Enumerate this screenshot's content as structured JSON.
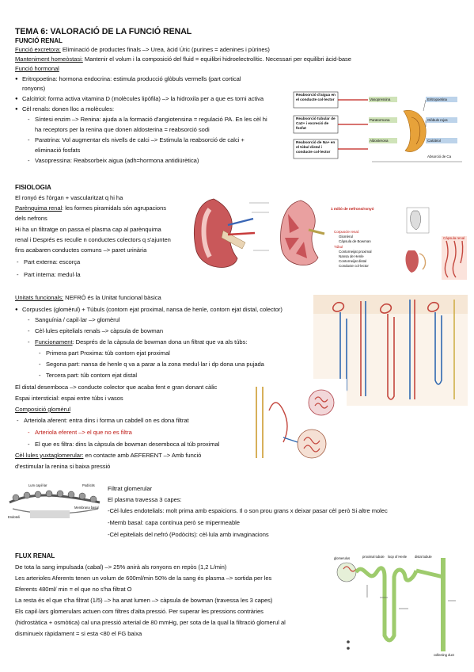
{
  "title": "TEMA 6: VALORACIÓ DE LA FUNCIÓ RENAL",
  "funcio_renal": {
    "heading": "FUNCIÓ RENAL",
    "excretora_label": "Funció excretora:",
    "excretora_text": " Eliminació de productes finals –> Urea, àcid Úric (purines = adenines i pùrines)",
    "homeostasi_label": "Manteniment homeòstasi:",
    "homeostasi_text": " Mantenir el volum i la composició del fluid = equilibri hidroelectrolític. Necessari per equilibri àcid-base",
    "hormonal_label": "Funció hormonal",
    "items": [
      "Eritropoetina: hormona endocrina: estimula producció glòbuls vermells (part cortical",
      "ronyons)",
      "Calcitriol: forma activa vitamina D (molècules lipòfila) –> la hidroxila per a que es torni activa",
      "Cèl renals: donen lloc a molècules:"
    ],
    "sub": [
      "Síntesi enzim –> Renina: ajuda a la formació d'angiotensina = regulació PA. En les cèl hi",
      "ha receptors per la renina que donen aldosterina = reabsorció sodi",
      "Paratrina: Vol augmentar els nivells de calci –> Estimula la reabsorció de calci +",
      "eliminació fosfats",
      "Vasopressina: Reabsorbeix aigua (adh=hormona antidiürètica)"
    ]
  },
  "fisiologia": {
    "heading": "FISIOLOGIA",
    "lines": [
      "El ronyó és l'òrgan + vascularitzat q hi ha",
      "Parènquima renal: les formes piramidals són agrupacions",
      "dels nefrons",
      "Hi ha un filtratge on passa el plasma cap al parènquima",
      "renal i Després es reculle n conductes colectors q s'ajunten",
      "fins acabaren conductes comuns –> paret urinària"
    ],
    "parts": [
      "Part externa: escorça",
      "Part interna: medul·la"
    ]
  },
  "unitats": {
    "heading_label": "Unitats funcionals:",
    "heading_text": " NEFRÓ és la Unitat funcional bàsica",
    "corpuscles": "Corpuscles (glomèrul) + Túbuls (contorn ejat proximal, nansa de henle, contorn ejat distal, colector)",
    "sub1": [
      "Sanguínia / capil·lar –> glomèrul",
      "Cèl·lules epitelials renals –> càpsula de bowman"
    ],
    "funcionament_label": "Funcionament",
    "funcionament_text": ": Després de la càpsula de bowman dona un filtrat que va als túbs:",
    "sub2": [
      "Primera part Proxima: túb contorn ejat proximal",
      "Segona part: nansa de henle q va a parar a la zona medul·lar i dp dona una pujada",
      "Tercera part: túb contorn ejat distal"
    ],
    "lines": [
      "El distal desemboca –> conducte colector que acaba fent e gran donant càlic",
      "Espai intersticial: espai entre túbs i vasos"
    ],
    "composicio_label": "Composició glomèrul",
    "arteriola": "Arteriola aferent: entra dins i forma un cabdell on es dona filtrat",
    "arteriola_ef": "Arteriola eferent –> el que no es filtra",
    "filtra": "El que es filtra: dins la càpsula de bowman desemboca al túb proximal",
    "yuxta_label": "Cèl·lules yuxtaglomerular:",
    "yuxta_text": " en contacte amb AEFERENT –> Amb funció",
    "yuxta_text2": "d'estimular la renina si baixa pressió"
  },
  "filtracio": {
    "heading": "Filtrat glomerular",
    "lines": [
      "El plasma travessa 3 capes:",
      "-Cèl·lules endotelials: molt prima amb espaicions. Il o son prou grans x deixar pasar cèl però Si altre molec",
      "-Memb basal: capa contínua però se mipermeable",
      "-Cèl epitelials del nefró (Podòcits): cèl·lula amb invaginacions"
    ]
  },
  "flux": {
    "heading": "FLUX RENAL",
    "lines": [
      "De tota la sang impulsada (cabal) –> 25% anirà als ronyons en repòs (1,2 L/min)",
      "Les arterioles Aferents tenen un volum de 600ml/min 50% de la sang és plasma –> sortida per les",
      "Eferents 480ml/ min = el que no s'ha filtrat O",
      "La resta és el que s'ha filtrat (1/5) –> ha anat lumen –> càpsula de bowman (travessa les 3 capes)",
      "Els capil·lars glomerulars actuen com filtres d'alta pressió. Per superar les pressions contràries",
      "(hidrostàtica + osmòtica) cal una pressió arterial de 80 mmHg, per sota de la qual la filtració glomerul al",
      "disminueix ràpidament = si esta <80 el FG baixa"
    ]
  },
  "figures": {
    "hormone_boxes": [
      "Reabsorció d'aigua en el conducte col·lector",
      "Reabsorció tubular de Ca2+ i excreció de fosfat",
      "Reabsorció de Na+ en el túbul distal i conducte col·lector"
    ],
    "hormone_right": [
      "Eritropoetina",
      "Glòbuls rojos",
      "Calcitriol",
      "Absorció de Ca"
    ],
    "hormone_mid": [
      "Vasopressina",
      "Paratormona",
      "Aldosterona"
    ],
    "nephron_legend_title": "1 milió de nefrons/ronyó",
    "nephron_legend": [
      "Corpuscle renal:",
      "Glomèrul",
      "Càpsula de Bowman",
      "Túbul",
      "Contorneijat proximal",
      "Nansa de Henle",
      "Contorneijat distal",
      "Conducte col·lector"
    ],
    "capsula_label": "Càpsula renal",
    "podocyte_labels": [
      "Lum capil·lar",
      "Podòcits",
      "Membrana basal",
      "Endoteli"
    ],
    "flux_labels": [
      "glomerulus",
      "proximal tubule",
      "loop of Henle",
      "distal tubule",
      "collecting duct"
    ]
  }
}
